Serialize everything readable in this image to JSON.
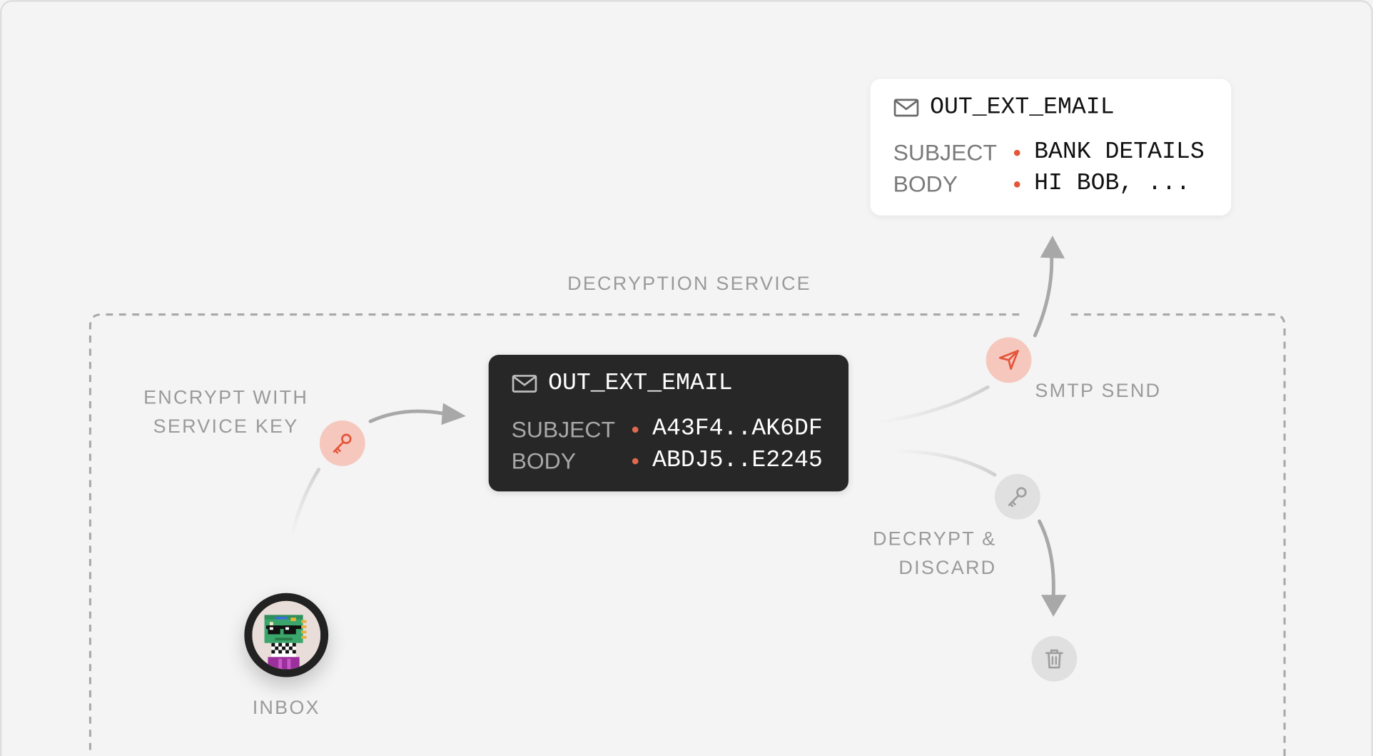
{
  "region_label": "DECRYPTION SERVICE",
  "outgoing_email": {
    "title": "OUT_EXT_EMAIL",
    "icon": "envelope-icon",
    "fields": [
      {
        "key": "SUBJECT",
        "value": "BANK DETAILS"
      },
      {
        "key": "BODY",
        "value": "HI BOB, ..."
      }
    ]
  },
  "encrypted_email": {
    "title": "OUT_EXT_EMAIL",
    "icon": "envelope-icon",
    "fields": [
      {
        "key": "SUBJECT",
        "value": "A43F4..AK6DF"
      },
      {
        "key": "BODY",
        "value": "ABDJ5..E2245"
      }
    ]
  },
  "steps": {
    "encrypt": {
      "lines": [
        "ENCRYPT WITH",
        "SERVICE KEY"
      ],
      "icon": "key-icon"
    },
    "send": {
      "label": "SMTP SEND",
      "icon": "send-icon"
    },
    "decrypt_discard": {
      "lines": [
        "DECRYPT &",
        "DISCARD"
      ],
      "icon": "key-icon"
    },
    "discard_target": {
      "icon": "trash-icon"
    }
  },
  "inbox": {
    "label": "INBOX",
    "icon": "robot-avatar-icon"
  },
  "colors": {
    "accent": "#e4553a",
    "accent_bg": "#f6c7bd",
    "neutral_icon": "#9e9e9e",
    "neutral_bg": "#e0e0e0",
    "dark_card": "#272727",
    "arrow": "#a3a3a3",
    "background": "#f4f4f4"
  }
}
